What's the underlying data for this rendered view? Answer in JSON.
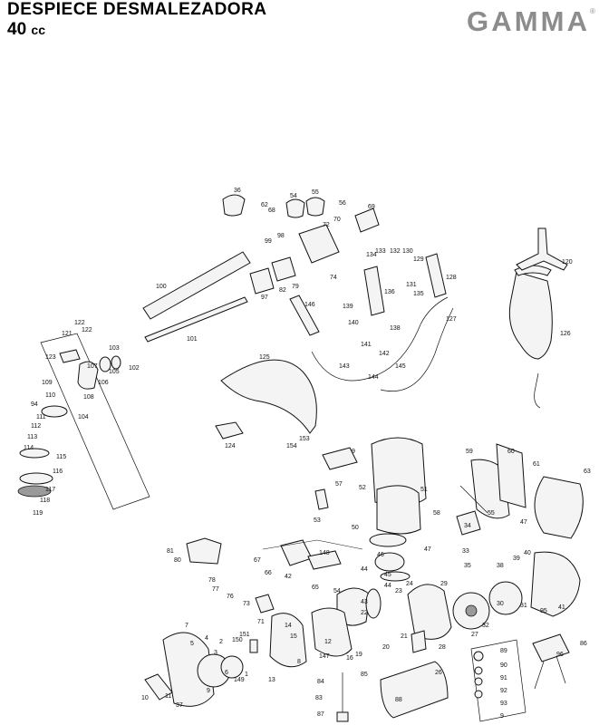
{
  "header": {
    "title_line1": "DESPIECE DESMALEZADORA",
    "title_line2": "40",
    "title_unit": "cc"
  },
  "brand": {
    "logo_text": "GAMMA",
    "registered_mark": "®"
  },
  "colors": {
    "text": "#000000",
    "logo": "#8c8c8c",
    "background": "#ffffff"
  },
  "diagram": {
    "part_labels": [
      "36",
      "62",
      "68",
      "54",
      "55",
      "56",
      "69",
      "99",
      "98",
      "72",
      "70",
      "134",
      "133",
      "132",
      "130",
      "129",
      "120",
      "100",
      "97",
      "82",
      "79",
      "74",
      "136",
      "131",
      "135",
      "128",
      "146",
      "139",
      "140",
      "127",
      "126",
      "101",
      "122",
      "121",
      "122",
      "123",
      "103",
      "107",
      "102",
      "105",
      "106",
      "108",
      "109",
      "110",
      "94",
      "104",
      "111",
      "112",
      "113",
      "114",
      "115",
      "116",
      "117",
      "118",
      "119",
      "125",
      "124",
      "154",
      "153",
      "141",
      "142",
      "143",
      "145",
      "144",
      "138",
      "9",
      "59",
      "60",
      "61",
      "63",
      "57",
      "52",
      "51",
      "53",
      "50",
      "58",
      "55",
      "34",
      "47",
      "81",
      "80",
      "67",
      "66",
      "148",
      "46",
      "45",
      "44",
      "42",
      "43",
      "44",
      "47",
      "40",
      "39",
      "38",
      "33",
      "35",
      "78",
      "77",
      "76",
      "73",
      "71",
      "65",
      "54",
      "23",
      "24",
      "29",
      "22",
      "21",
      "20",
      "19",
      "16",
      "147",
      "12",
      "13",
      "14",
      "15",
      "8",
      "7",
      "5",
      "4",
      "3",
      "2",
      "1",
      "149",
      "150",
      "151",
      "6",
      "9",
      "10",
      "11",
      "37",
      "31",
      "32",
      "30",
      "27",
      "26",
      "28",
      "41",
      "95",
      "96",
      "86",
      "85",
      "84",
      "83",
      "87",
      "88",
      "89",
      "90",
      "91",
      "92",
      "93",
      "9"
    ]
  }
}
